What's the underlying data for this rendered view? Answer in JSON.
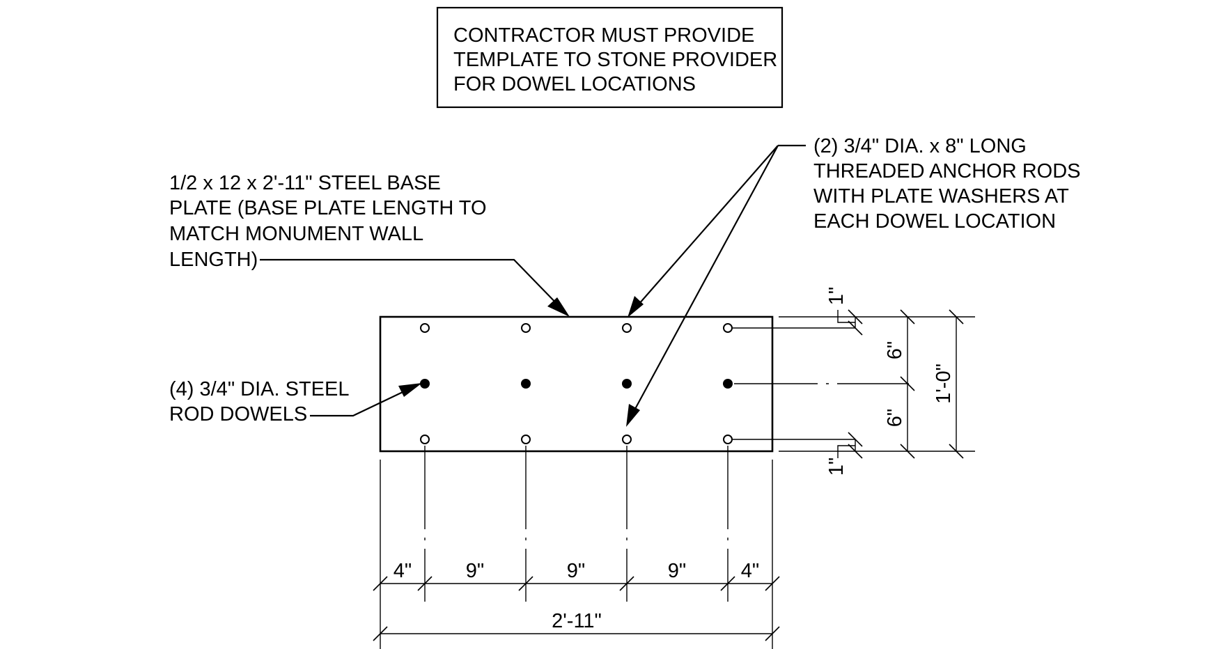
{
  "notes": {
    "template_box": [
      "CONTRACTOR MUST PROVIDE",
      "TEMPLATE TO STONE PROVIDER",
      "FOR DOWEL LOCATIONS"
    ],
    "base_plate": [
      "1/2 x 12 x 2'-11\" STEEL BASE",
      "PLATE  (BASE PLATE LENGTH TO",
      "MATCH MONUMENT WALL",
      "LENGTH)"
    ],
    "anchor_rods": [
      "(2) 3/4\" DIA. x 8\" LONG",
      "THREADED ANCHOR RODS",
      "WITH PLATE WASHERS AT",
      "EACH DOWEL LOCATION"
    ],
    "dowels": [
      "(4) 3/4\" DIA. STEEL",
      "ROD DOWELS"
    ]
  },
  "dimensions": {
    "horizontal": [
      "4\"",
      "9\"",
      "9\"",
      "9\"",
      "4\""
    ],
    "overall_width": "2'-11\"",
    "vertical_top_edge": "1\"",
    "vertical_upper": "6\"",
    "vertical_lower": "6\"",
    "vertical_bottom_edge": "1\"",
    "overall_height": "1'-0\""
  },
  "colors": {
    "ink": "#000000",
    "paper": "#ffffff"
  }
}
